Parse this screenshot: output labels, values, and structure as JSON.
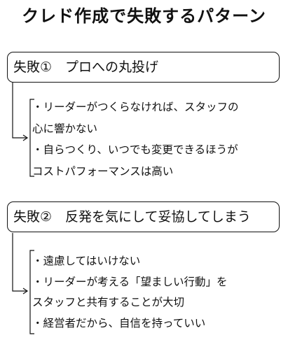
{
  "title": "クレド作成で失敗するパターン",
  "failures": [
    {
      "heading": "失敗①　プロへの丸投げ",
      "lines": [
        "・リーダーがつくらなければ、スタッフの",
        "心に響かない",
        "・自らつくり、いつでも変更できるほうが",
        "コストパフォーマンスは高い"
      ]
    },
    {
      "heading": "失敗②　反発を気にして妥協してしまう",
      "lines": [
        "・遠慮してはいけない",
        "・リーダーが考える「望ましい行動」を",
        "スタッフと共有することが大切",
        "・経営者だから、自信を持っていい"
      ]
    }
  ],
  "colors": {
    "stroke": "#111111",
    "background": "#ffffff"
  }
}
